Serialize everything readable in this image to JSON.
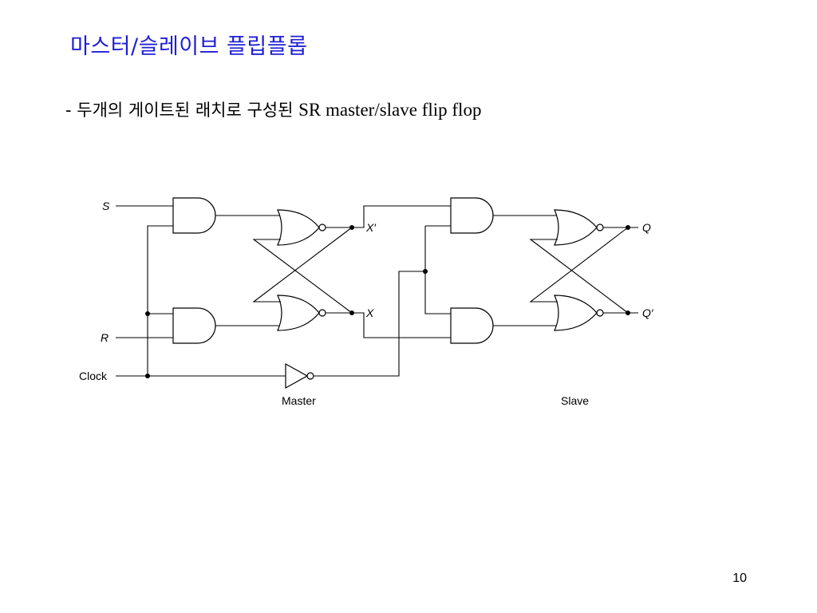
{
  "domain": "Diagram",
  "slide": {
    "title": "마스터/슬레이브 플립플롭",
    "bullet_prefix": "- 두개의 게이트된 래치로 구성된 ",
    "bullet_suffix": "SR master/slave flip flop",
    "page_number": "10"
  },
  "diagram": {
    "labels": {
      "s": "S",
      "r": "R",
      "clock": "Clock",
      "x_prime": "X′",
      "x": "X",
      "q": "Q",
      "q_prime": "Q′",
      "master": "Master",
      "slave": "Slave"
    }
  }
}
